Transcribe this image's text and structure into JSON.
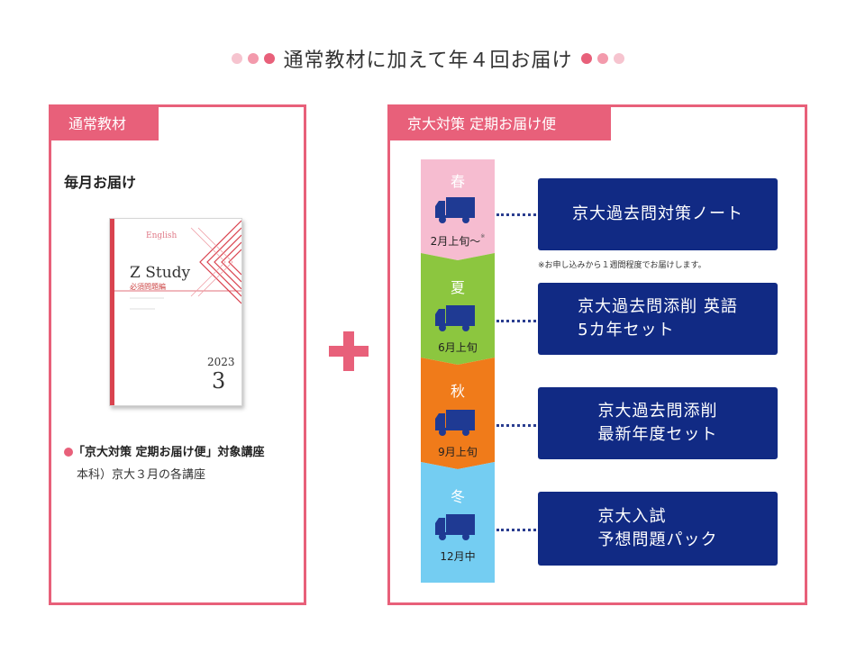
{
  "heading": {
    "text": "通常教材に加えて年４回お届け",
    "dot_colors_left": [
      "#f6c4cf",
      "#f39aac",
      "#e8607a"
    ],
    "dot_colors_right": [
      "#e8607a",
      "#f39aac",
      "#f6c4cf"
    ]
  },
  "left": {
    "tab": "通常教材",
    "monthly": "毎月お届け",
    "book": {
      "small_label": "English",
      "title": "Z Study",
      "subtitle": "必須問題編",
      "year": "2023",
      "number": "3"
    },
    "target_label": "「京大対策 定期お届け便」対象講座",
    "target_sub": "本科）京大３月の各講座"
  },
  "right": {
    "tab": "京大対策 定期お届け便",
    "note": "※お申し込みから１週間程度でお届けします。",
    "seasons": [
      {
        "name": "春",
        "date": "2月上旬〜",
        "bg": "#f6bcd0",
        "product": "京大過去問対策ノート"
      },
      {
        "name": "夏",
        "date": "6月上旬",
        "bg": "#8cc63f",
        "product": "京大過去問添削 英語\n5カ年セット"
      },
      {
        "name": "秋",
        "date": "9月上旬",
        "bg": "#f07b1a",
        "product": "京大過去問添削\n最新年度セット"
      },
      {
        "name": "冬",
        "date": "12月中",
        "bg": "#74cdf2",
        "product": "京大入試\n予想問題パック"
      }
    ]
  },
  "colors": {
    "accent": "#e8607a",
    "product_bg": "#112a84",
    "truck": "#1f3a93"
  }
}
